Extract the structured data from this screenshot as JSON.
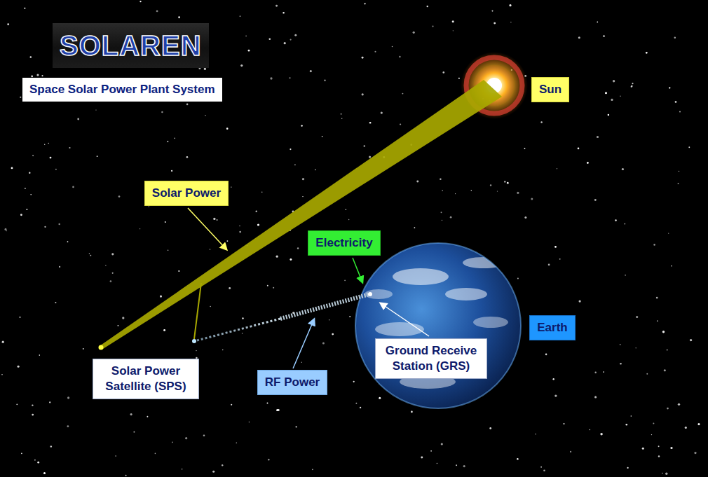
{
  "diagram": {
    "title": "Space Solar Power Plant System",
    "nodes": [
      {
        "text": [
          "Sun"
        ]
      },
      {
        "text": [
          "Solar Power"
        ]
      },
      {
        "text": [
          "Electricity"
        ]
      },
      {
        "text": [
          "Earth"
        ]
      },
      {
        "text": [
          "Ground Receive Station (GRS)"
        ]
      },
      {
        "text": [
          "Solar Power Satellite (SPS)"
        ]
      },
      {
        "text": [
          "RF Power"
        ]
      }
    ],
    "labels": [
      "SOLAREN"
    ]
  }
}
